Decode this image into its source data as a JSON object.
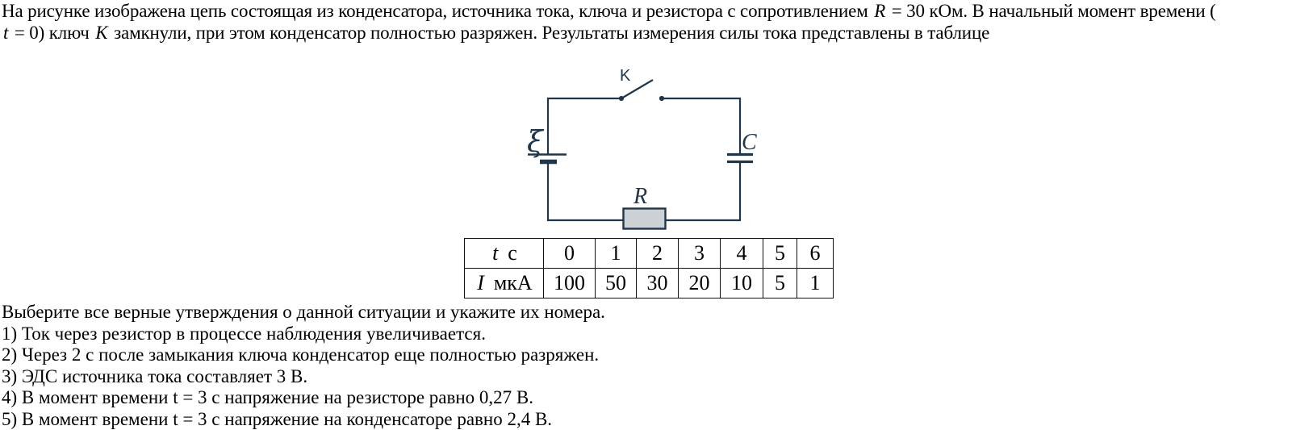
{
  "colors": {
    "circuit_stroke": "#213648",
    "resistor_fill": "#ccd1d5",
    "table_border": "#111111"
  },
  "problem": {
    "line1": {
      "a": "На рисунке изображена цепь состоящая из конденсатора, источника тока, ключа и резистора с сопротивлением ",
      "r_var": "R",
      "b": " = 30 кОм. В начальный момент времени ("
    },
    "line2": {
      "t_var": "t",
      "a": " = 0) ключ ",
      "k_var": "K",
      "b": " замкнули, при этом конденсатор полностью разряжен. Результаты измерения силы тока представлены в таблице"
    }
  },
  "circuit": {
    "switch_label": "K",
    "emf_label": "ξ",
    "capacitor_label": "C",
    "resistor_label": "R"
  },
  "table": {
    "rows": [
      {
        "var": "t",
        "unit": "с",
        "values": [
          "0",
          "1",
          "2",
          "3",
          "4",
          "5",
          "6"
        ]
      },
      {
        "var": "I",
        "unit": "мкА",
        "values": [
          "100",
          "50",
          "30",
          "20",
          "10",
          "5",
          "1"
        ]
      }
    ]
  },
  "question": {
    "intro": "Выберите все верные утверждения о данной ситуации и укажите их номера.",
    "statements": [
      "1) Ток через резистор в процессе наблюдения увеличивается.",
      "2) Через 2 с после замыкания ключа конденсатор еще полностью разряжен.",
      "3) ЭДС источника тока составляет 3 В.",
      "4) В момент времени t = 3 с напряжение на резисторе равно 0,27 В.",
      "5) В момент времени t = 3 с напряжение на конденсаторе равно 2,4 В."
    ]
  }
}
